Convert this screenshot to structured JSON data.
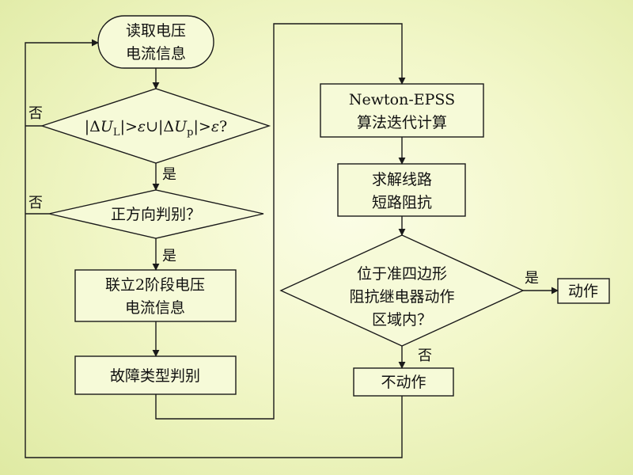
{
  "nodes": {
    "read_start": [
      "读取电压",
      "电流信息"
    ],
    "check_delta": "|ΔU_L|>ε∪|ΔU_p|>ε?",
    "direction_check": "正方向判别？",
    "combine_info": [
      "联立2阶段电压",
      "电流信息"
    ],
    "fault_type": "故障类型判别",
    "newton_epss": [
      "Newton-EPSS",
      "算法迭代计算"
    ],
    "solve_impedance": [
      "求解线路",
      "短路阻抗"
    ],
    "quad_check": [
      "位于准四边形",
      "阻抗继电器动作",
      "区域内？"
    ],
    "act": "动作",
    "no_act": "不动作"
  },
  "edge_labels": {
    "delta_no": "否",
    "delta_yes": "是",
    "direction_no": "否",
    "direction_yes": "是",
    "quad_yes": "是",
    "quad_no": "否"
  }
}
